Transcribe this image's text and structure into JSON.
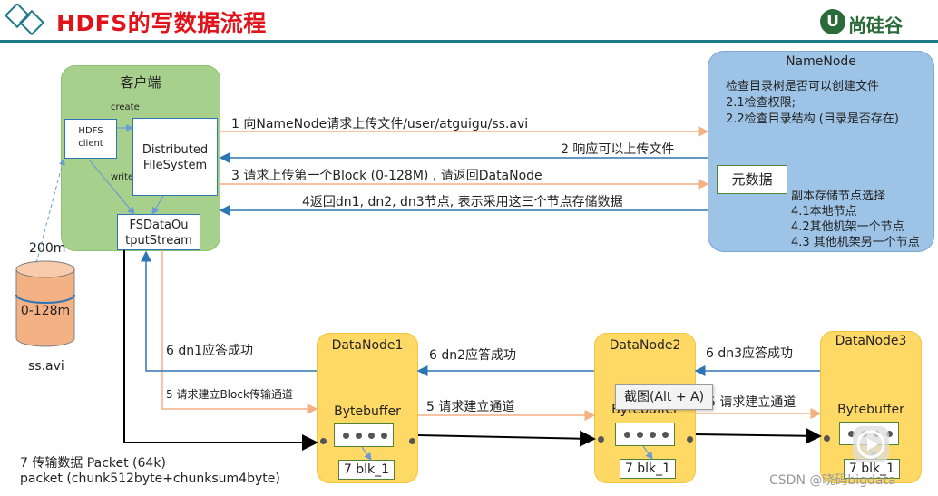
{
  "header": {
    "title": "HDFS的写数据流程",
    "brand": "尚硅谷"
  },
  "client": {
    "title": "客户端",
    "hdfs_client": "HDFS\nclient",
    "dfs": "Distributed\nFileSystem",
    "fsdos": "FSDataOu\ntputStream",
    "create": "create",
    "write": "write"
  },
  "file": {
    "size": "200m",
    "block": "0-128m",
    "name": "ss.avi"
  },
  "namenode": {
    "title": "NameNode",
    "check_lines": [
      "检查目录树是否可以创建文件",
      "2.1检查权限;",
      "2.2检查目录结构 (目录是否存在)"
    ],
    "meta": "元数据",
    "replica_lines": [
      "副本存储节点选择",
      "4.1本地节点",
      "4.2其他机架一个节点",
      "4.3 其他机架另一个节点"
    ]
  },
  "steps": {
    "s1": "1 向NameNode请求上传文件/user/atguigu/ss.avi",
    "s2": "2 响应可以上传文件",
    "s3": "3 请求上传第一个Block (0-128M) , 请返回DataNode",
    "s4": "4返回dn1, dn2, dn3节点, 表示采用这三个节点存储数据",
    "s5_client": "5 请求建立Block传输通道",
    "s5_dn1": "5 请求建立通道",
    "s5_dn2": "5 请求建立通道",
    "s6_dn1": "6 dn1应答成功",
    "s6_dn2": "6 dn2应答成功",
    "s6_dn3": "6 dn3应答成功",
    "s7_line1": "7 传输数据 Packet (64k)",
    "s7_line2": "packet (chunk512byte+chunksum4byte)"
  },
  "datanodes": [
    {
      "title": "DataNode1",
      "buffer": "Bytebuffer",
      "blk": "7 blk_1"
    },
    {
      "title": "DataNode2",
      "buffer": "Bytebuffer",
      "blk": "7 blk_1"
    },
    {
      "title": "DataNode3",
      "buffer": "Bytebuffer",
      "blk": "7 blk_1"
    }
  ],
  "overlay": {
    "tooltip": "截图(Alt + A)",
    "watermark": "CSDN @晓码bigdata"
  },
  "colors": {
    "title": "#e0131b",
    "client": "#a8d08d",
    "namenode": "#9dc3e6",
    "datanode": "#ffd966",
    "arrow_blue": "#2e75b6",
    "arrow_orange": "#f4b183"
  }
}
